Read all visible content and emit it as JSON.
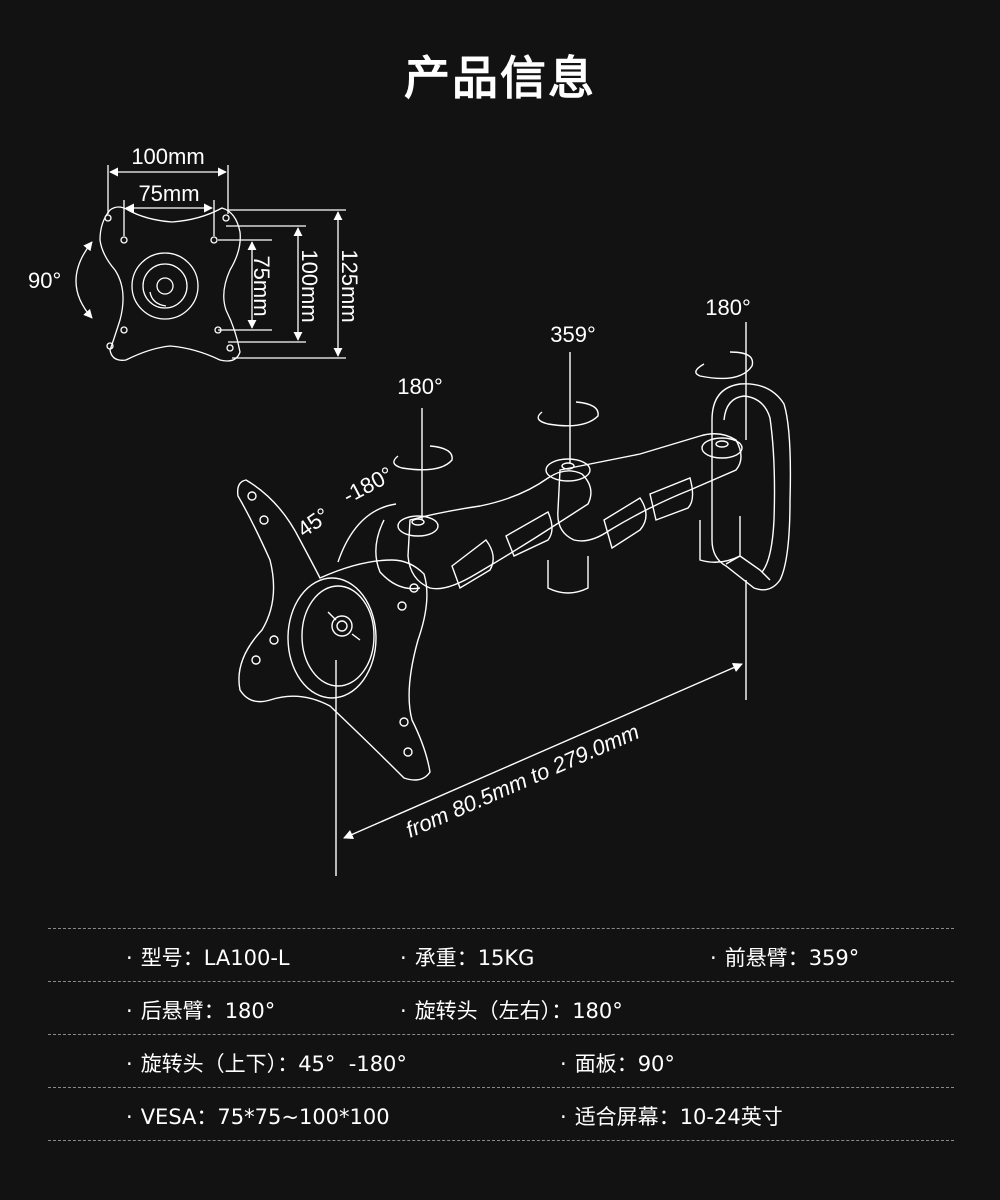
{
  "title": "产品信息",
  "vesa_diagram": {
    "dim_width_outer": "100mm",
    "dim_width_inner": "75mm",
    "dim_height_inner": "75mm",
    "dim_height_mid": "100mm",
    "dim_height_outer": "125mm",
    "rotation": "90°"
  },
  "arm_diagram": {
    "rear_arm_rotation": "180°",
    "front_arm_rotation": "359°",
    "head_swivel_rotation": "180°",
    "tilt_min": "45°",
    "tilt_max": "-180°",
    "reach": "from 80.5mm to 279.0mm"
  },
  "specs": {
    "bullet": "·",
    "rows": [
      [
        {
          "label": "型号",
          "value": "LA100-L"
        },
        {
          "label": "承重",
          "value": "15KG"
        },
        {
          "label": "前悬臂",
          "value": "359°"
        }
      ],
      [
        {
          "label": "后悬臂",
          "value": "180°"
        },
        {
          "label": "旋转头（左右）",
          "value": "180°"
        }
      ],
      [
        {
          "label": "旋转头（上下）",
          "value": "45°  -180°"
        },
        {
          "label": "面板",
          "value": "90°"
        }
      ],
      [
        {
          "label": "VESA",
          "value": "75*75~100*100"
        },
        {
          "label": "适合屏幕",
          "value": "10-24英寸"
        }
      ]
    ],
    "separator": "："
  },
  "colors": {
    "background": "#121212",
    "line": "#ffffff",
    "rule": "#8a8a8a"
  }
}
